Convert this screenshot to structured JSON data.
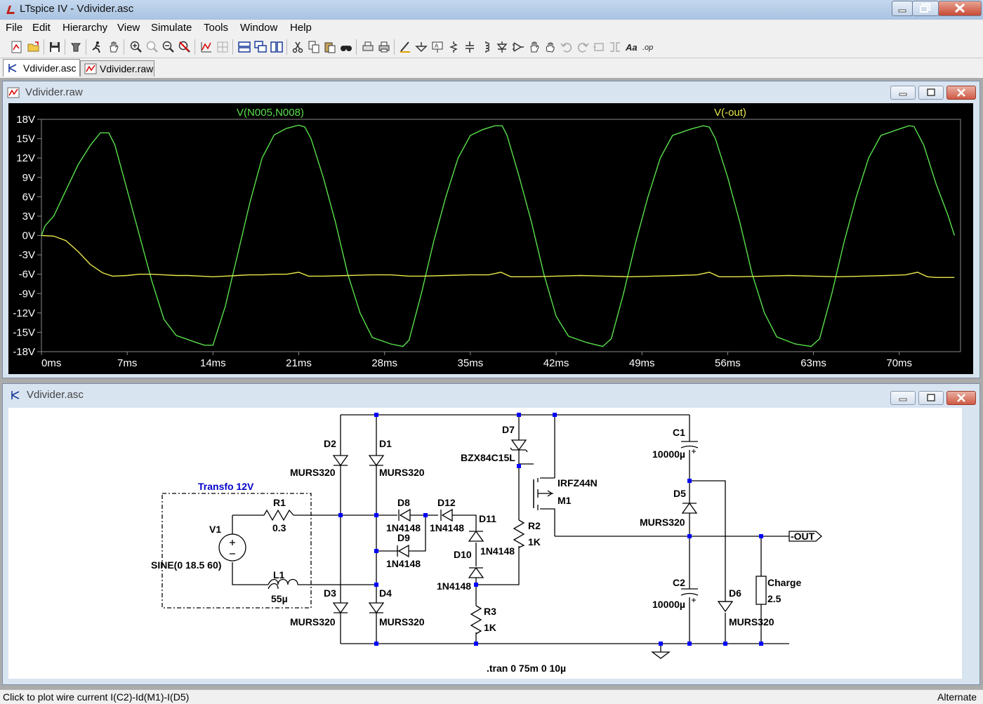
{
  "window": {
    "title": "LTspice IV - Vdivider.asc"
  },
  "menu": [
    "File",
    "Edit",
    "Hierarchy",
    "View",
    "Simulate",
    "Tools",
    "Window",
    "Help"
  ],
  "toolbar_icons": [
    "new-schematic-icon",
    "open-icon",
    "save-icon",
    "control-panel-icon",
    "run-icon",
    "pan-icon",
    "zoom-in-icon",
    "zoom-area-icon",
    "zoom-out-icon",
    "zoom-cancel-icon",
    "autorange-icon",
    "grid-icon",
    "tile-horizontal-icon",
    "cascade-icon",
    "tile-vertical-icon",
    "cut-icon",
    "copy-icon",
    "paste-icon",
    "find-icon",
    "print-preview-icon",
    "print-icon",
    "draw-wire-icon",
    "ground-icon",
    "label-net-icon",
    "resistor-icon",
    "capacitor-icon",
    "inductor-icon",
    "diode-icon",
    "component-icon",
    "move-icon",
    "drag-icon",
    "undo-icon",
    "redo-icon",
    "rotate-icon",
    "mirror-icon",
    "text-icon",
    "spice-directive-icon"
  ],
  "tabs": [
    {
      "label": "Vdivider.asc",
      "icon": "schematic-icon"
    },
    {
      "label": "Vdivider.raw",
      "icon": "waveform-icon"
    }
  ],
  "waveform_window": {
    "title": "Vdivider.raw"
  },
  "schematic_window": {
    "title": "Vdivider.asc"
  },
  "colors": {
    "trace_green": "#58e04a",
    "trace_yellow": "#e8e84a",
    "plot_bg": "#000000",
    "component_blue": "#0000ff",
    "label_blue": "#0000c8"
  },
  "chart_data": {
    "type": "line",
    "series": [
      {
        "name": "V(N005,N008)",
        "color": "#58e04a",
        "points": [
          [
            0,
            0
          ],
          [
            0.3,
            1.5
          ],
          [
            1,
            3
          ],
          [
            2,
            7
          ],
          [
            3,
            11
          ],
          [
            4,
            14
          ],
          [
            4.8,
            15.9
          ],
          [
            5.5,
            15.9
          ],
          [
            6,
            14
          ],
          [
            7,
            7
          ],
          [
            8,
            0
          ],
          [
            9,
            -7
          ],
          [
            10,
            -13
          ],
          [
            11,
            -15.5
          ],
          [
            12.5,
            -16.5
          ],
          [
            13.3,
            -17
          ],
          [
            14,
            -17
          ],
          [
            15,
            -11
          ],
          [
            16,
            -3
          ],
          [
            17,
            5
          ],
          [
            18,
            12
          ],
          [
            19,
            15.6
          ],
          [
            20,
            16.6
          ],
          [
            21,
            17.1
          ],
          [
            21.5,
            16.8
          ],
          [
            22,
            15
          ],
          [
            23,
            9
          ],
          [
            24,
            2
          ],
          [
            25,
            -6
          ],
          [
            26,
            -12
          ],
          [
            27,
            -15.8
          ],
          [
            28.5,
            -16.8
          ],
          [
            29.5,
            -17.2
          ],
          [
            30,
            -16.2
          ],
          [
            31,
            -9
          ],
          [
            32,
            -1
          ],
          [
            33,
            6
          ],
          [
            34,
            12
          ],
          [
            35,
            15.5
          ],
          [
            36,
            16.4
          ],
          [
            37,
            17
          ],
          [
            37.6,
            17
          ],
          [
            38,
            15.5
          ],
          [
            39,
            9
          ],
          [
            40,
            2
          ],
          [
            41,
            -6
          ],
          [
            42,
            -12.5
          ],
          [
            43,
            -15.6
          ],
          [
            44.5,
            -16.6
          ],
          [
            45.8,
            -17.2
          ],
          [
            46.5,
            -16
          ],
          [
            47.5,
            -9
          ],
          [
            48.5,
            -1
          ],
          [
            49.5,
            6
          ],
          [
            50.5,
            12
          ],
          [
            51.5,
            15.5
          ],
          [
            53,
            16.5
          ],
          [
            54,
            17
          ],
          [
            54.5,
            16.8
          ],
          [
            55,
            15
          ],
          [
            56,
            9
          ],
          [
            57,
            2
          ],
          [
            58,
            -6
          ],
          [
            59,
            -12
          ],
          [
            60,
            -15.7
          ],
          [
            61.5,
            -16.8
          ],
          [
            62.8,
            -17.2
          ],
          [
            63.5,
            -16
          ],
          [
            64.5,
            -9
          ],
          [
            65.5,
            -1
          ],
          [
            66.5,
            6
          ],
          [
            67.5,
            12
          ],
          [
            68.5,
            15.5
          ],
          [
            70,
            16.5
          ],
          [
            70.8,
            17
          ],
          [
            71.2,
            16.9
          ],
          [
            72,
            14
          ],
          [
            73,
            8
          ],
          [
            74,
            3
          ],
          [
            74.5,
            0
          ]
        ]
      },
      {
        "name": "V(-out)",
        "color": "#e8e84a",
        "points": [
          [
            0,
            0
          ],
          [
            1,
            -0.1
          ],
          [
            2,
            -0.8
          ],
          [
            3,
            -2.5
          ],
          [
            4,
            -4.5
          ],
          [
            5,
            -5.8
          ],
          [
            5.8,
            -6.3
          ],
          [
            7,
            -6.2
          ],
          [
            8,
            -6
          ],
          [
            9,
            -6
          ],
          [
            10,
            -6.1
          ],
          [
            11,
            -6.2
          ],
          [
            12,
            -6.2
          ],
          [
            13,
            -6.3
          ],
          [
            14,
            -6.4
          ],
          [
            15,
            -6.3
          ],
          [
            16,
            -6.2
          ],
          [
            17,
            -6.1
          ],
          [
            18,
            -6.1
          ],
          [
            19,
            -6
          ],
          [
            20,
            -6
          ],
          [
            21,
            -5.7
          ],
          [
            21.8,
            -6.3
          ],
          [
            23,
            -6.3
          ],
          [
            25,
            -6.2
          ],
          [
            27,
            -6.1
          ],
          [
            28.5,
            -6.1
          ],
          [
            30,
            -6.3
          ],
          [
            31,
            -6.3
          ],
          [
            33,
            -6.2
          ],
          [
            35,
            -6.1
          ],
          [
            36.5,
            -6.1
          ],
          [
            37.5,
            -5.7
          ],
          [
            38.3,
            -6.4
          ],
          [
            40,
            -6.4
          ],
          [
            42,
            -6.3
          ],
          [
            44,
            -6.2
          ],
          [
            46,
            -6.3
          ],
          [
            48,
            -6.4
          ],
          [
            50,
            -6.3
          ],
          [
            52,
            -6.2
          ],
          [
            53.5,
            -6.1
          ],
          [
            54.5,
            -5.7
          ],
          [
            55.3,
            -6.4
          ],
          [
            57,
            -6.4
          ],
          [
            59,
            -6.3
          ],
          [
            61,
            -6.2
          ],
          [
            63,
            -6.3
          ],
          [
            65,
            -6.4
          ],
          [
            67,
            -6.3
          ],
          [
            69,
            -6.2
          ],
          [
            70.5,
            -6.1
          ],
          [
            71.5,
            -5.7
          ],
          [
            72.3,
            -6.4
          ],
          [
            73,
            -6.5
          ],
          [
            74.5,
            -6.5
          ]
        ]
      }
    ],
    "x_ticks": [
      "0ms",
      "7ms",
      "14ms",
      "21ms",
      "28ms",
      "35ms",
      "42ms",
      "49ms",
      "56ms",
      "63ms",
      "70ms"
    ],
    "y_ticks": [
      "18V",
      "15V",
      "12V",
      "9V",
      "6V",
      "3V",
      "0V",
      "-3V",
      "-6V",
      "-9V",
      "-12V",
      "-15V",
      "-18V"
    ],
    "xlim": [
      0,
      75
    ],
    "ylim": [
      -18,
      18
    ],
    "grid": false,
    "legend": "top"
  },
  "schematic": {
    "group_label": "Transfo 12V",
    "components": [
      {
        "ref": "V1",
        "value": "SINE(0 18.5 60)"
      },
      {
        "ref": "R1",
        "value": "0.3"
      },
      {
        "ref": "L1",
        "value": "55µ"
      },
      {
        "ref": "D1",
        "value": "MURS320"
      },
      {
        "ref": "D2",
        "value": "MURS320"
      },
      {
        "ref": "D3",
        "value": "MURS320"
      },
      {
        "ref": "D4",
        "value": "MURS320"
      },
      {
        "ref": "D5",
        "value": "MURS320"
      },
      {
        "ref": "D6",
        "value": "MURS320"
      },
      {
        "ref": "D7",
        "value": "BZX84C15L"
      },
      {
        "ref": "D8",
        "value": "1N4148"
      },
      {
        "ref": "D9",
        "value": "1N4148"
      },
      {
        "ref": "D10",
        "value": "1N4148"
      },
      {
        "ref": "D11",
        "value": "1N4148"
      },
      {
        "ref": "D12",
        "value": "1N4148"
      },
      {
        "ref": "R2",
        "value": "1K"
      },
      {
        "ref": "R3",
        "value": "1K"
      },
      {
        "ref": "M1",
        "value": "IRFZ44N"
      },
      {
        "ref": "C1",
        "value": "10000µ"
      },
      {
        "ref": "C2",
        "value": "10000µ"
      },
      {
        "ref": "Charge",
        "value": "2.5"
      }
    ],
    "net_label": "-OUT",
    "directive": ".tran 0 75m 0 10µ"
  },
  "status": {
    "left": "Click to plot wire current I(C2)-Id(M1)-I(D5)",
    "right": "Alternate"
  }
}
